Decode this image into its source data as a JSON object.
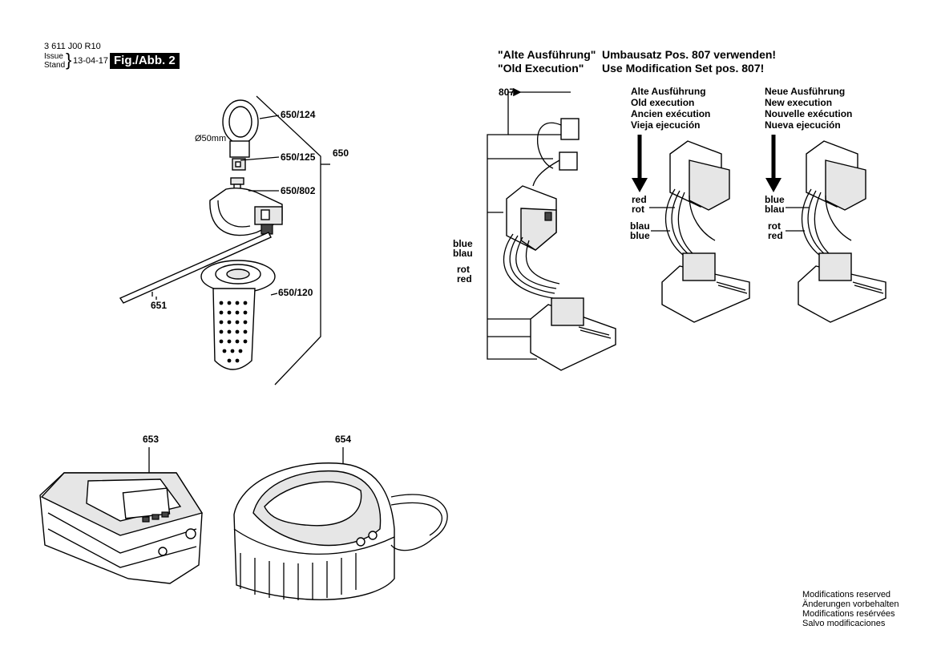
{
  "header": {
    "doc_number": "3 611 J00 R10",
    "issue_label": "Issue",
    "stand_label": "Stand",
    "date": "13-04-17",
    "figure": "Fig./Abb. 2"
  },
  "notice": {
    "line1_quote": "\"Alte Ausführung\"",
    "line1_text": "Umbausatz Pos. 807 verwenden!",
    "line2_quote": "\"Old Execution\"",
    "line2_text": "Use Modification Set pos. 807!"
  },
  "parts": {
    "p650_124": "650/124",
    "diameter": "Ø50mm",
    "p650_125": "650/125",
    "p650": "650",
    "p650_802": "650/802",
    "p651": "651",
    "p650_120": "650/120",
    "p653": "653",
    "p654": "654",
    "p807": "807"
  },
  "old_execution": [
    "Alte Ausführung",
    "Old execution",
    "Ancien exécution",
    "Vieja ejecución"
  ],
  "new_execution": [
    "Neue Ausführung",
    "New execution",
    "Nouvelle exécution",
    "Nueva ejecución"
  ],
  "wires": {
    "first": [
      "blue",
      "blau",
      "rot",
      "red"
    ],
    "old": [
      "red",
      "rot",
      "blau",
      "blue"
    ],
    "new": [
      "blue",
      "blau",
      "rot",
      "red"
    ]
  },
  "modifications": [
    "Modifications reserved",
    "Änderungen vorbehalten",
    "Modifications resérvées",
    "Salvo modificaciones"
  ]
}
